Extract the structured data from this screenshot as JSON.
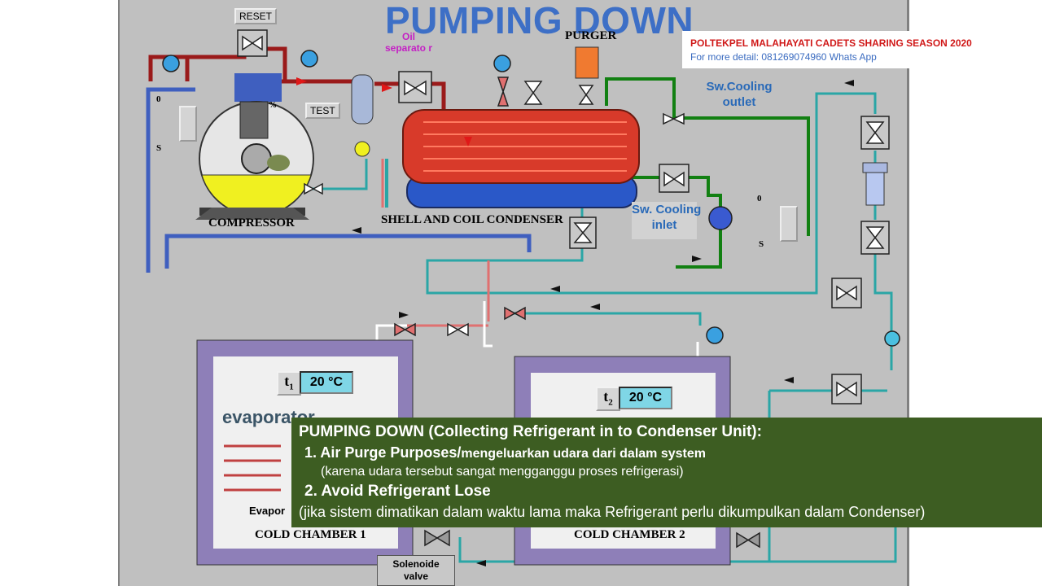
{
  "title": "PUMPING DOWN",
  "info": {
    "line1": "POLTEKPEL MALAHAYATI  CADETS SHARING SEASON 2020",
    "line2": "For more detail: 081269074960 Whats App"
  },
  "buttons": {
    "reset": "RESET",
    "test": "TEST"
  },
  "labels": {
    "purger": "PURGER",
    "oil_separator": "Oil separato r",
    "compressor": "COMPRESSOR",
    "condenser": "SHELL AND COIL CONDENSER",
    "sw_outlet_1": "Sw.Cooling",
    "sw_outlet_2": "outlet",
    "sw_inlet_1": "Sw. Cooling",
    "sw_inlet_2": "inlet",
    "cold_chamber_1": "COLD CHAMBER 1",
    "cold_chamber_2": "COLD CHAMBER 2",
    "evaporator": "evaporator",
    "evapor_small": "Evapor",
    "solenoid_1": "Solenoide",
    "solenoid_2": "valve",
    "gauge_0": "0",
    "gauge_s": "S",
    "percent": "%"
  },
  "chambers": [
    {
      "tlabel": "t",
      "tsub": "1",
      "temp": "20 °C"
    },
    {
      "tlabel": "t",
      "tsub": "2",
      "temp": "20 °C"
    }
  ],
  "overlay": {
    "heading": "PUMPING DOWN (Collecting Refrigerant in to Condenser Unit):",
    "item1_main": "1. Air Purge Purposes/",
    "item1_extra": "mengeluarkan udara dari dalam system",
    "item1_note": "(karena udara tersebut  sangat mengganggu proses refrigerasi)",
    "item2_main": "2. Avoid Refrigerant Lose",
    "item2_note": "(jika sistem dimatikan dalam waktu lama maka Refrigerant perlu dikumpulkan dalam Condenser)"
  },
  "colors": {
    "hot_line": "#b01010",
    "liquid_line": "#2aa6a6",
    "suction_line": "#4060c0",
    "cooling_water": "#128012",
    "overlay_bg": "#3d5d22",
    "condenser_top": "#d83a2a",
    "condenser_bottom": "#2a58c8"
  }
}
